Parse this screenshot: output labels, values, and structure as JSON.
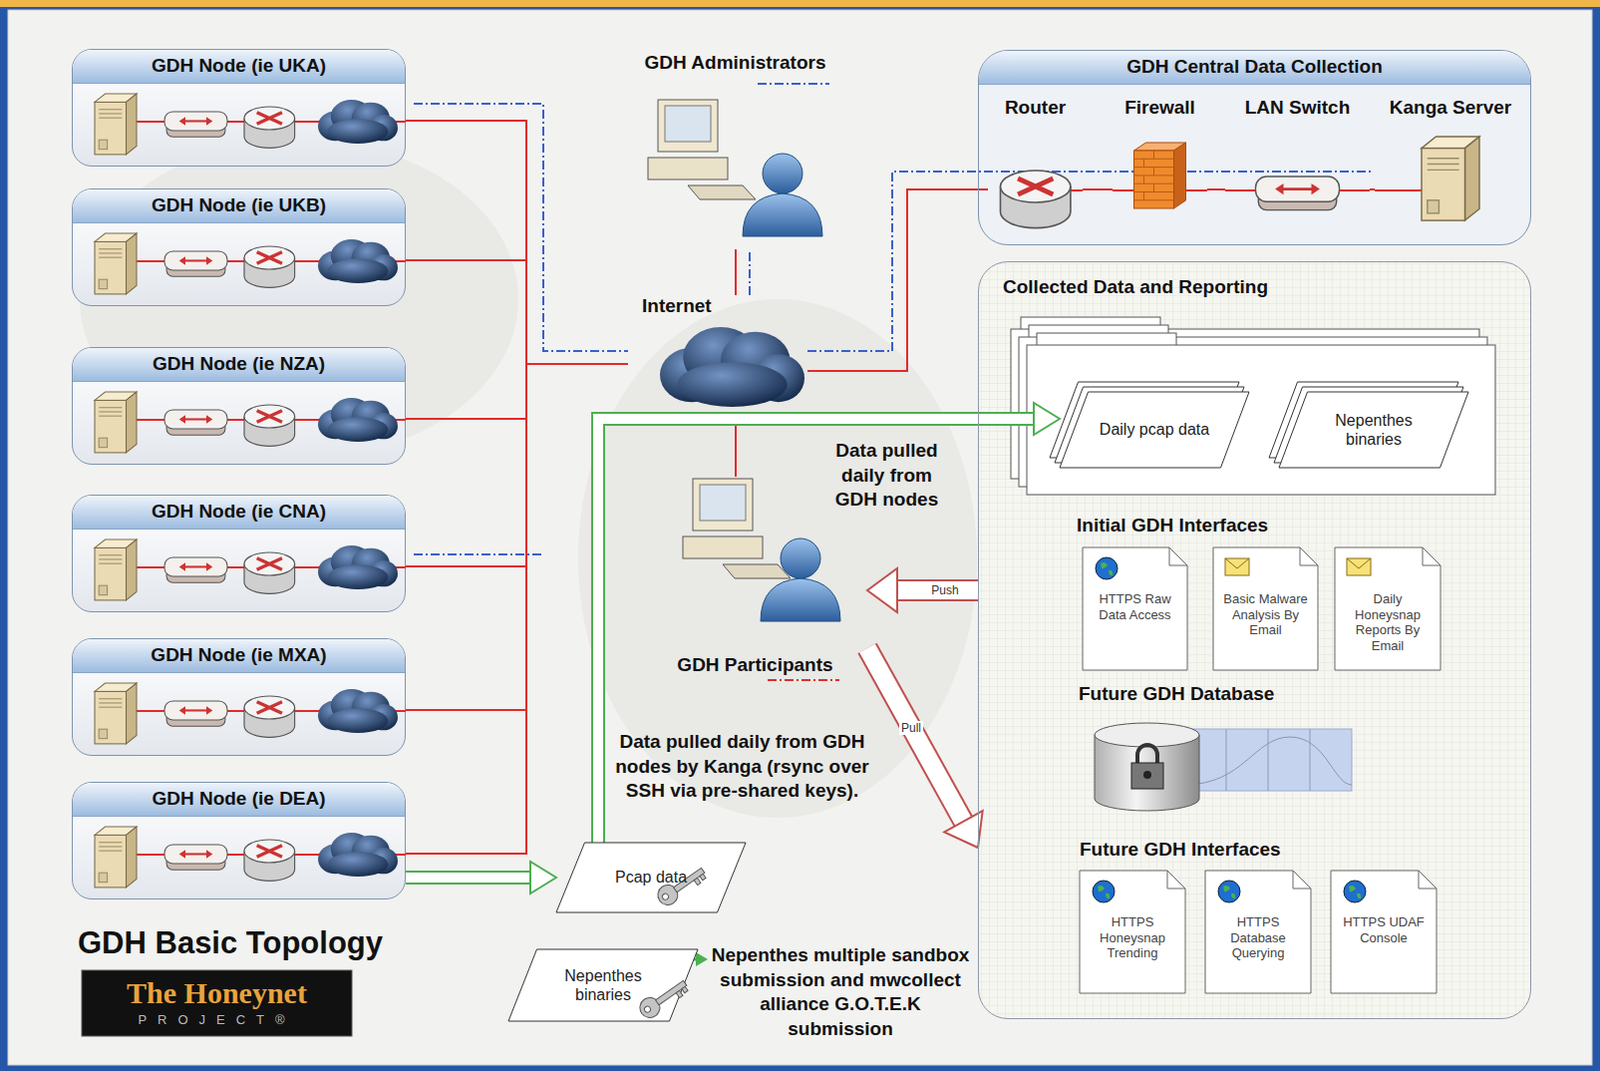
{
  "diagram": {
    "title": "GDH Basic Topology",
    "nodes": [
      {
        "text": [
          "GDH Node (ie UKA)"
        ]
      },
      {
        "text": [
          "GDH Node (ie UKB)"
        ]
      },
      {
        "text": [
          "GDH Node (ie NZA)"
        ]
      },
      {
        "text": [
          "GDH Node (ie CNA)"
        ]
      },
      {
        "text": [
          "GDH Node (ie MXA)"
        ]
      },
      {
        "text": [
          "GDH Node (ie DEA)"
        ]
      },
      {
        "text": [
          "GDH Administrators"
        ]
      },
      {
        "text": [
          "Internet"
        ]
      },
      {
        "text": [
          "GDH Participants"
        ]
      },
      {
        "text": [
          "GDH Central Data Collection"
        ]
      },
      {
        "text": [
          "Router"
        ],
        "in": 9
      },
      {
        "text": [
          "Firewall"
        ],
        "in": 9
      },
      {
        "text": [
          "LAN Switch"
        ],
        "in": 9
      },
      {
        "text": [
          "Kanga Server"
        ],
        "in": 9
      },
      {
        "text": [
          "Collected Data and Reporting"
        ]
      },
      {
        "text": [
          "Daily pcap data"
        ],
        "in": 14
      },
      {
        "text": [
          "Nepenthes binaries"
        ],
        "in": 14
      },
      {
        "text": [
          "HTTPS Raw Data Access"
        ],
        "in": 14
      },
      {
        "text": [
          "Basic Malware Analysis By Email"
        ],
        "in": 14
      },
      {
        "text": [
          "Daily Honeysnap Reports By Email"
        ],
        "in": 14
      },
      {
        "text": [
          "Future GDH Database"
        ],
        "in": 14
      },
      {
        "text": [
          "HTTPS Honeysnap Trending"
        ],
        "in": 14
      },
      {
        "text": [
          "HTTPS Database Querying"
        ],
        "in": 14
      },
      {
        "text": [
          "HTTPS UDAF Console"
        ],
        "in": 14
      },
      {
        "text": [
          "Pcap data"
        ]
      },
      {
        "text": [
          "Nepenthes binaries"
        ]
      }
    ],
    "edges": [
      {
        "from": 0,
        "to": 7,
        "arrow": "none"
      },
      {
        "from": 1,
        "to": 7,
        "arrow": "none"
      },
      {
        "from": 2,
        "to": 7,
        "arrow": "none"
      },
      {
        "from": 3,
        "to": 7,
        "arrow": "none"
      },
      {
        "from": 4,
        "to": 7,
        "arrow": "none"
      },
      {
        "from": 5,
        "to": 7,
        "arrow": "none"
      },
      {
        "from": 6,
        "to": 7,
        "arrow": "none"
      },
      {
        "from": 7,
        "to": 8,
        "arrow": "none"
      },
      {
        "from": 7,
        "to": 10,
        "arrow": "none"
      },
      {
        "from": 10,
        "to": 11,
        "arrow": "none"
      },
      {
        "from": 11,
        "to": 12,
        "arrow": "none"
      },
      {
        "from": 12,
        "to": 13,
        "arrow": "none"
      },
      {
        "from": 5,
        "to": 24,
        "arrow": "to"
      },
      {
        "from": 24,
        "to": 15,
        "arrow": "to"
      },
      {
        "from": 14,
        "to": 8,
        "label": "Push",
        "arrow": "to"
      },
      {
        "from": 8,
        "to": 14,
        "label": "Pull",
        "arrow": "to"
      }
    ],
    "labels": [
      "Data pulled daily from GDH nodes",
      "Data pulled daily from GDH nodes by Kanga (rsync over SSH via pre-shared keys).",
      "Nepenthes multiple sandbox submission and mwcollect alliance G.O.T.E.K submission",
      "Initial GDH Interfaces",
      "Future GDH Interfaces",
      "The Honeynet",
      "PROJECT®"
    ]
  }
}
